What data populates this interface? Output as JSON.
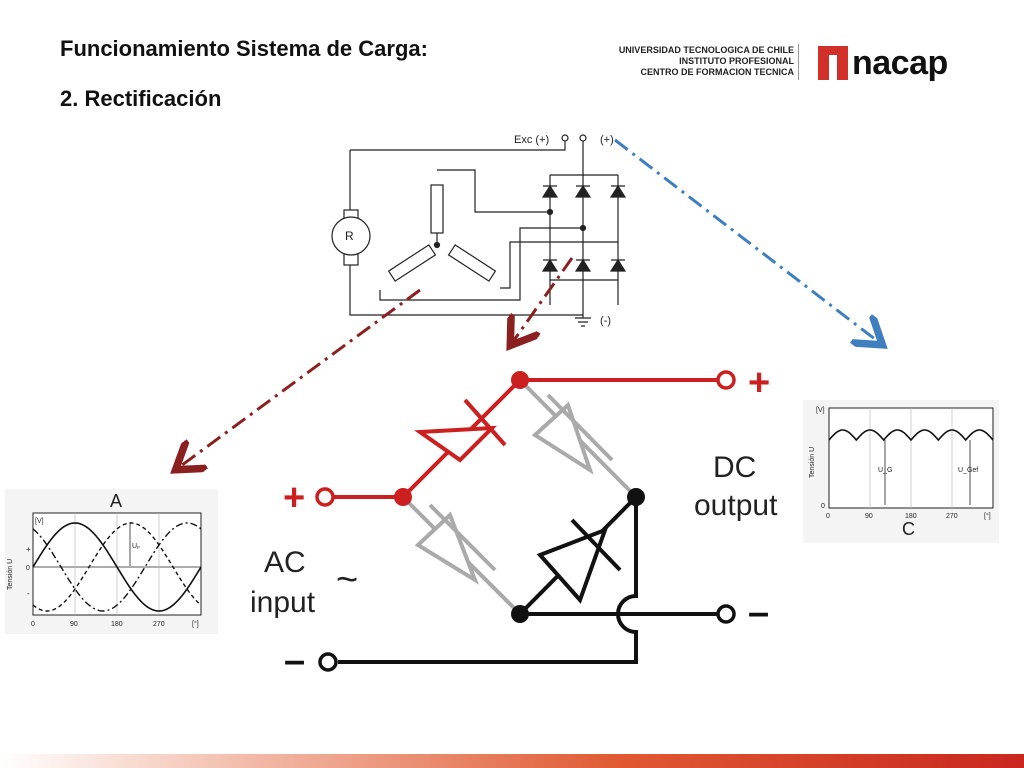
{
  "slide": {
    "title_line1": "Funcionamiento Sistema de Carga:",
    "title_line2": "2. Rectificación"
  },
  "brand": {
    "institution_lines": [
      "UNIVERSIDAD TECNOLOGICA DE CHILE",
      "INSTITUTO PROFESIONAL",
      "CENTRO DE FORMACION TECNICA"
    ],
    "logo_text": "nacap",
    "logo_color": "#d1302a"
  },
  "schematic": {
    "terminal_exc": "Exc (+)",
    "terminal_pos": "(+)",
    "terminal_neg": "(-)",
    "rotor_label": "R"
  },
  "bridge": {
    "plus_out": "+",
    "plus_in": "+",
    "minus_out": "–",
    "minus_in": "–",
    "dc_label_line1": "DC",
    "dc_label_line2": "output",
    "ac_label_line1": "AC",
    "ac_label_line2": "input",
    "ac_symbol": "~",
    "active_color": "#cc1f1f",
    "inactive_color": "#aaaaaa"
  },
  "waveform_a": {
    "label": "A",
    "unit_label": "[V]",
    "axis_label": "Tensión U",
    "y_ticks": [
      "+",
      "0",
      "-"
    ],
    "x_ticks": [
      "0",
      "90",
      "180",
      "270",
      "[°]"
    ],
    "annotation": "Uₚ"
  },
  "waveform_c": {
    "label": "C",
    "unit_label": "[V]",
    "axis_label": "Tensión U",
    "y_ticks": [
      "0"
    ],
    "x_ticks": [
      "0",
      "90",
      "180",
      "270",
      "[°]"
    ],
    "annotation_1": "U_G",
    "annotation_2": "U_Gef"
  },
  "arrows": {
    "arrow_left_color": "#8b2020",
    "arrow_right_color": "#3f7fbf"
  }
}
